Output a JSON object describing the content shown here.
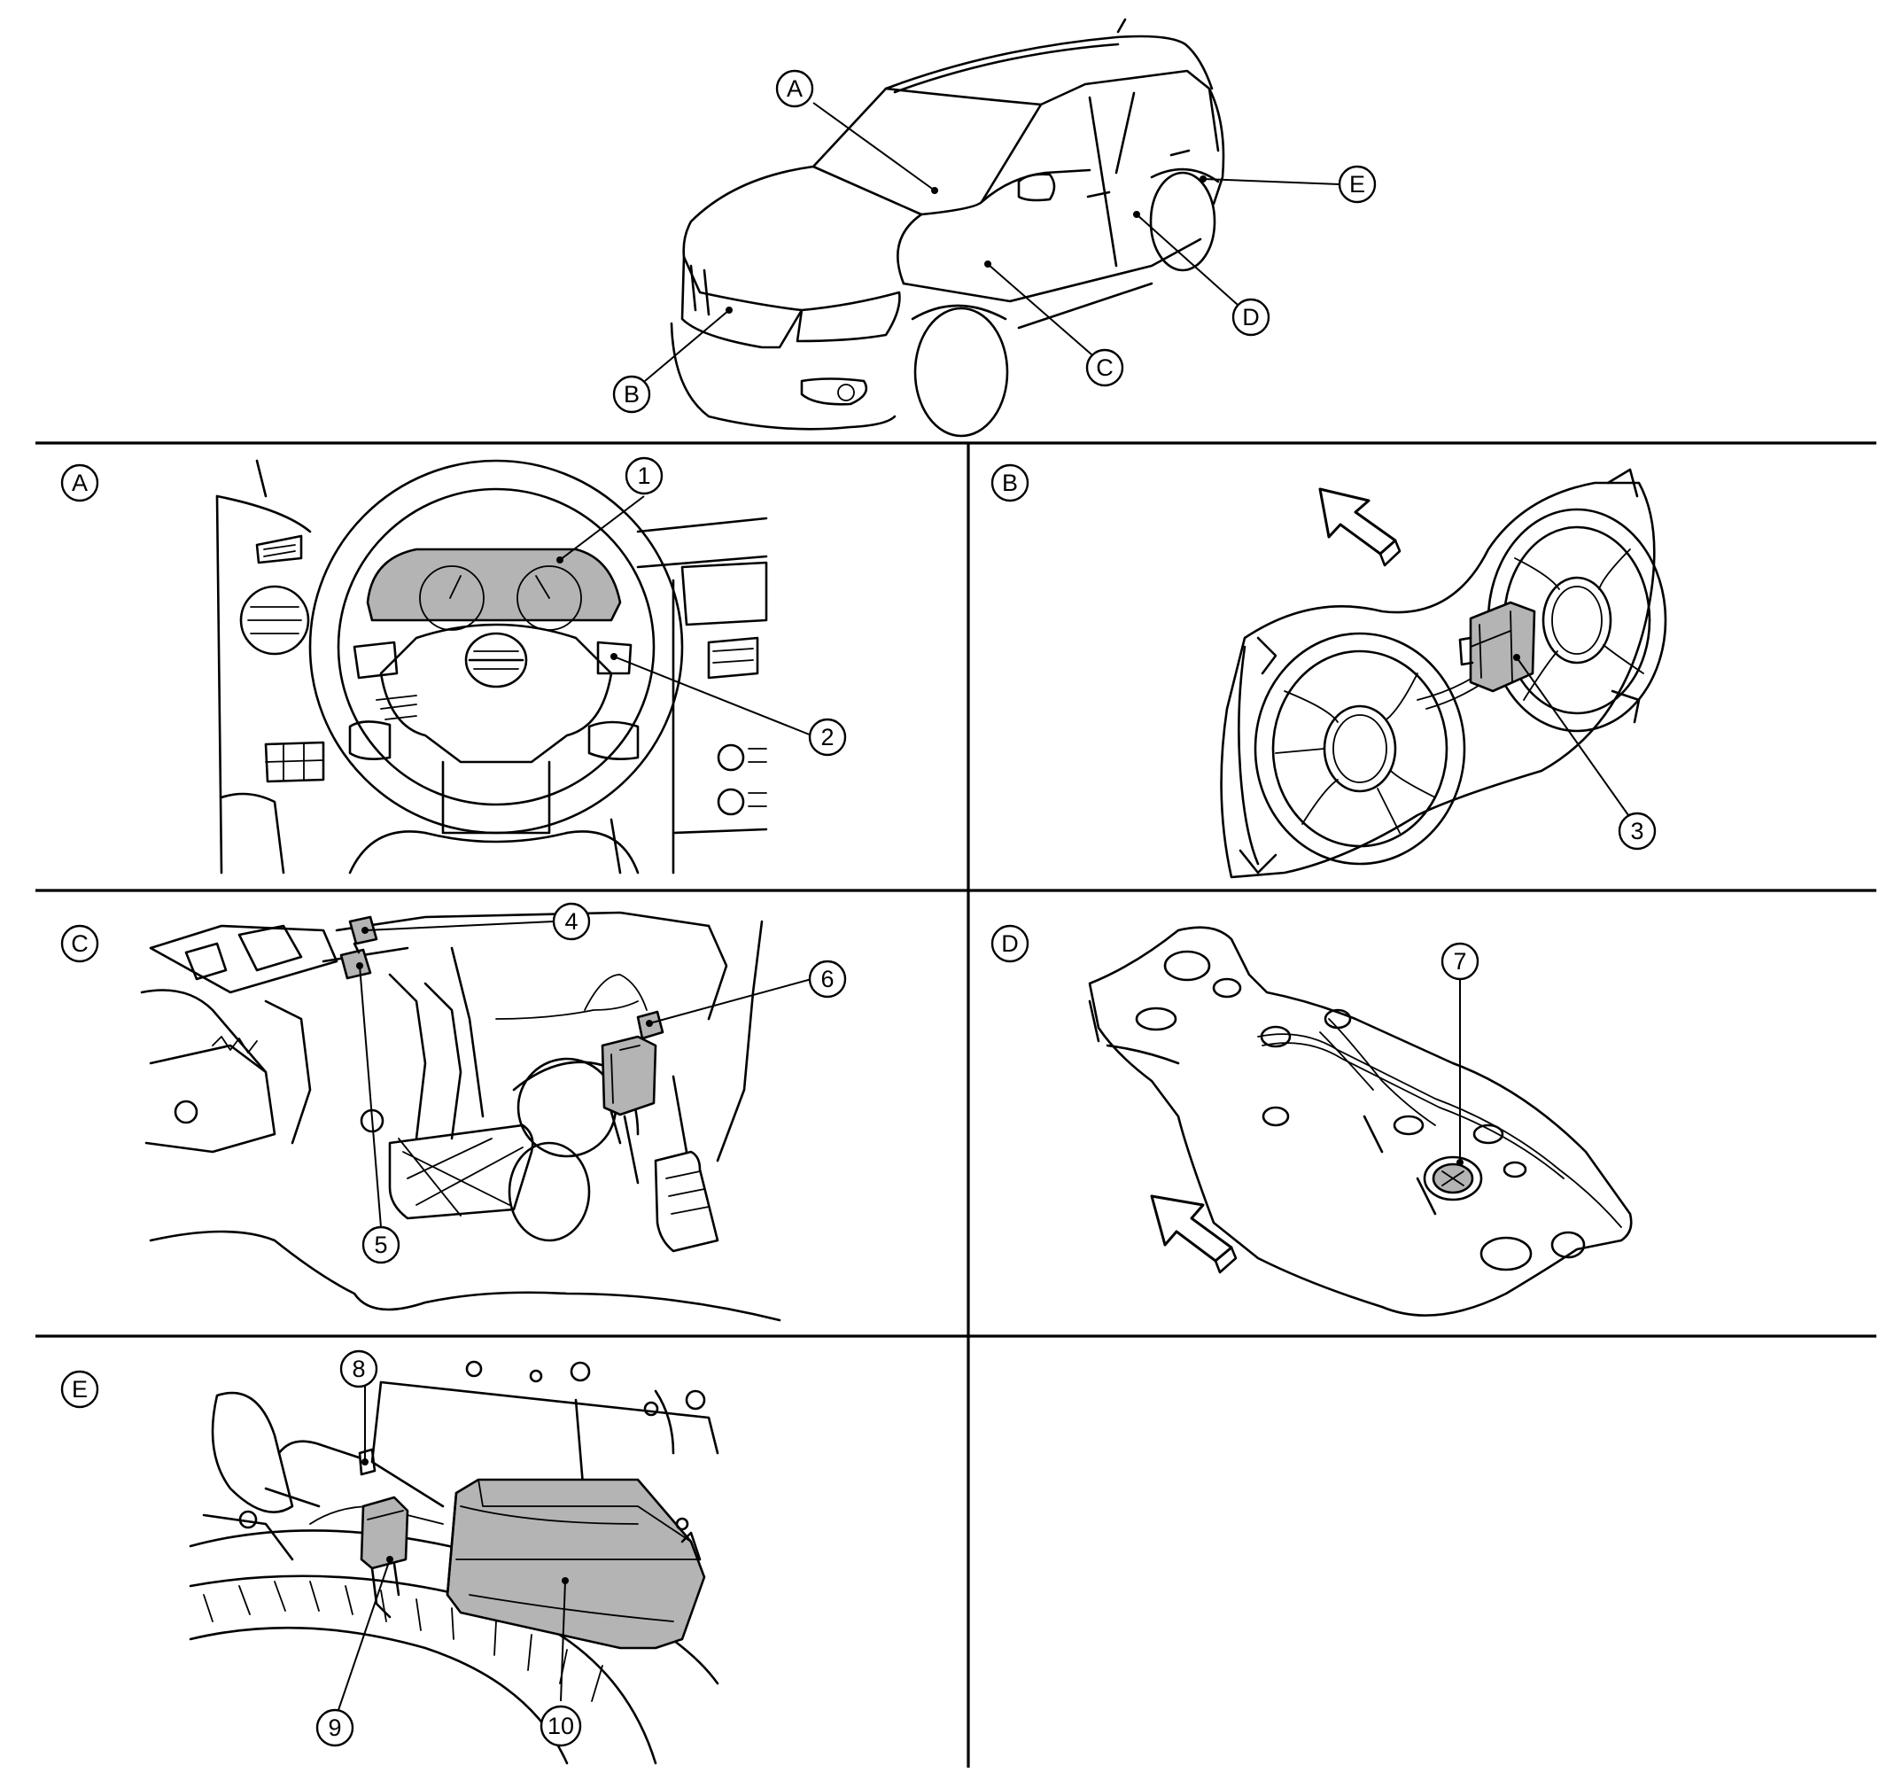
{
  "vehicle_locators": [
    "A",
    "B",
    "C",
    "D",
    "E"
  ],
  "panel_labels": [
    "A",
    "B",
    "C",
    "D",
    "E"
  ],
  "part_callouts": [
    "1",
    "2",
    "3",
    "4",
    "5",
    "6",
    "7",
    "8",
    "9",
    "10"
  ],
  "colors": {
    "line": "#000000",
    "highlight": "#b4b4b4",
    "background": "#ffffff"
  },
  "icons": [
    "front-direction-arrow-icon"
  ]
}
